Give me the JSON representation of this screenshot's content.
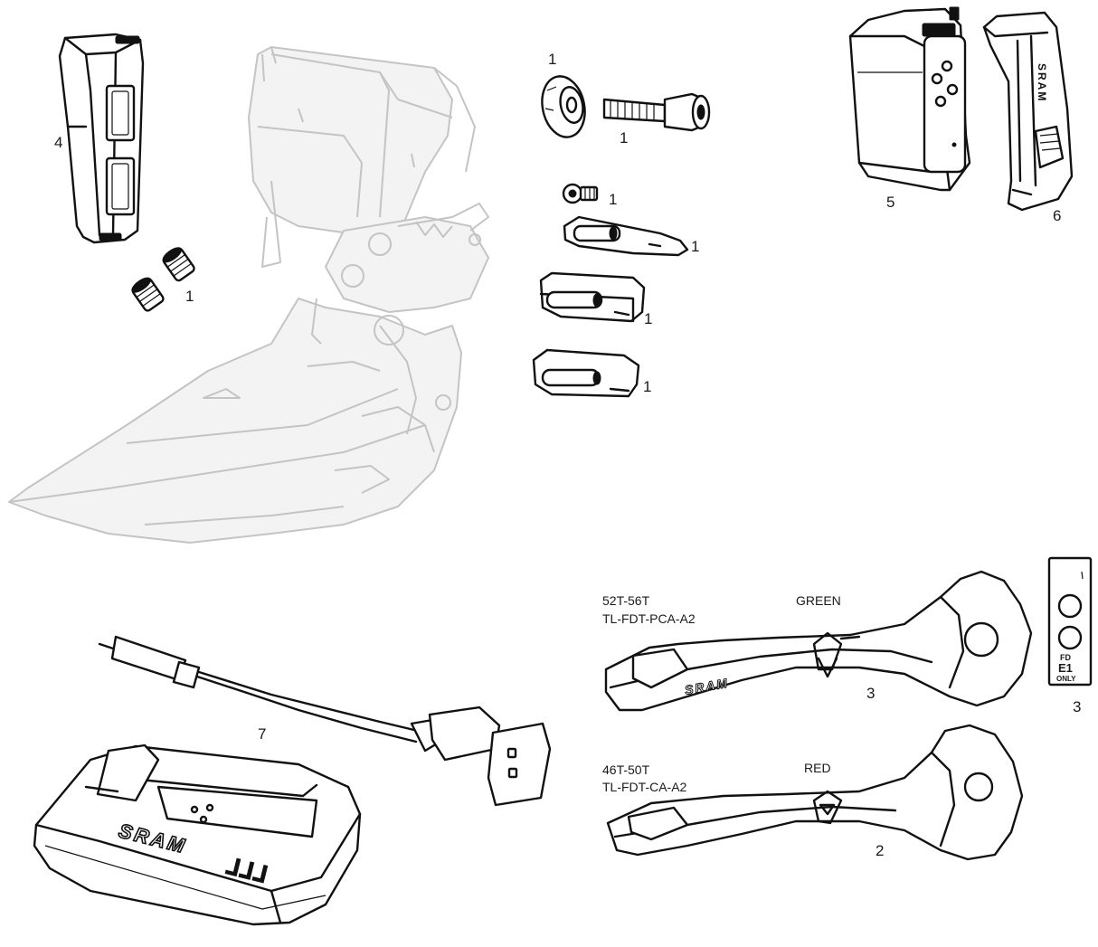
{
  "callouts": {
    "grommet": "1",
    "bolt": "1",
    "small_screw": "1",
    "clip_a": "1",
    "clip_b": "1",
    "clip_c": "1",
    "set_screws": "1",
    "battery_cover": "4",
    "battery": "5",
    "battery_clip": "6",
    "charger": "7",
    "tool_green": "3",
    "tool_red": "2",
    "sticker": "3"
  },
  "tools": {
    "green_size": "52T-56T",
    "green_part": "TL-FDT-PCA-A2",
    "green_color": "GREEN",
    "red_size": "46T-50T",
    "red_part": "TL-FDT-CA-A2",
    "red_color": "RED"
  },
  "sticker": {
    "line1": "FD",
    "line2": "E1",
    "line3": "ONLY"
  },
  "brand": {
    "logo": "SRAM"
  },
  "colors": {
    "ink": "#111111",
    "ghost": "#c4c4c4",
    "background": "#ffffff"
  }
}
